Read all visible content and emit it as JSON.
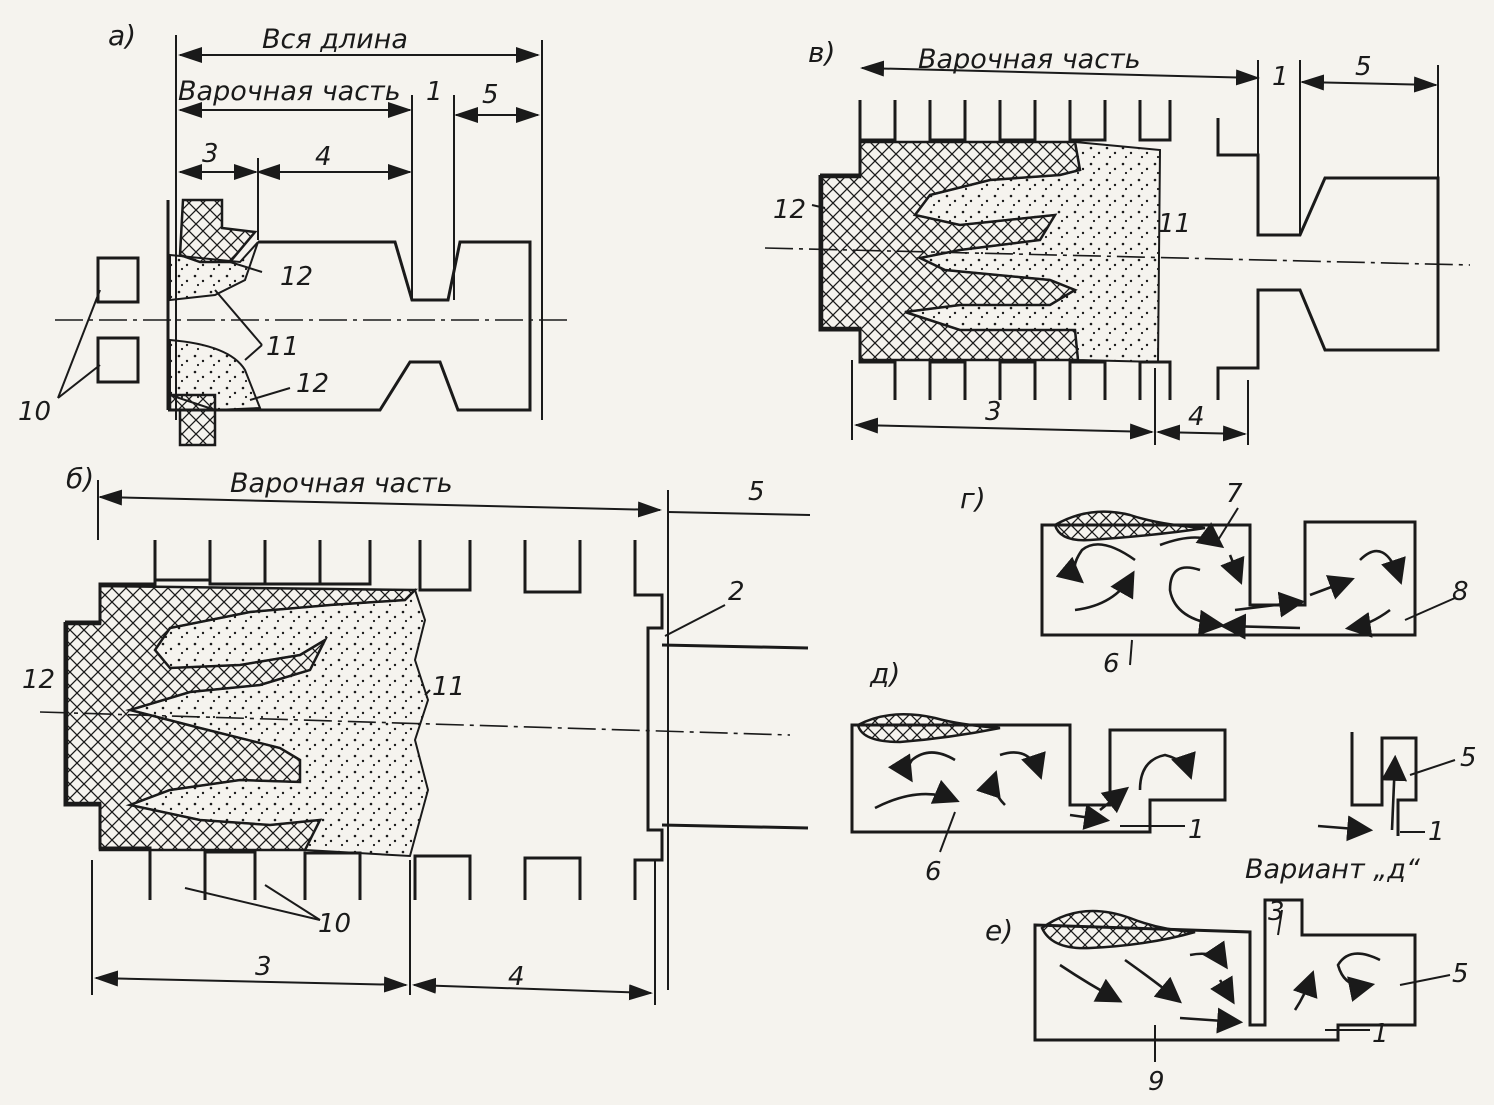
{
  "panels": {
    "a": "а)",
    "b": "б)",
    "v": "в)",
    "g": "г)",
    "d": "д)",
    "e": "е)"
  },
  "labels": {
    "full_length": "Вся длина",
    "melting_part": "Варочная часть",
    "variant": "Вариант „д“"
  },
  "numbers": {
    "n1": "1",
    "n2": "2",
    "n3": "3",
    "n4": "4",
    "n5": "5",
    "n6": "6",
    "n7": "7",
    "n8": "8",
    "n9": "9",
    "n10": "10",
    "n11": "11",
    "n12": "12"
  },
  "colors": {
    "ink": "#1a1a1a",
    "paper": "#f5f3ee"
  }
}
